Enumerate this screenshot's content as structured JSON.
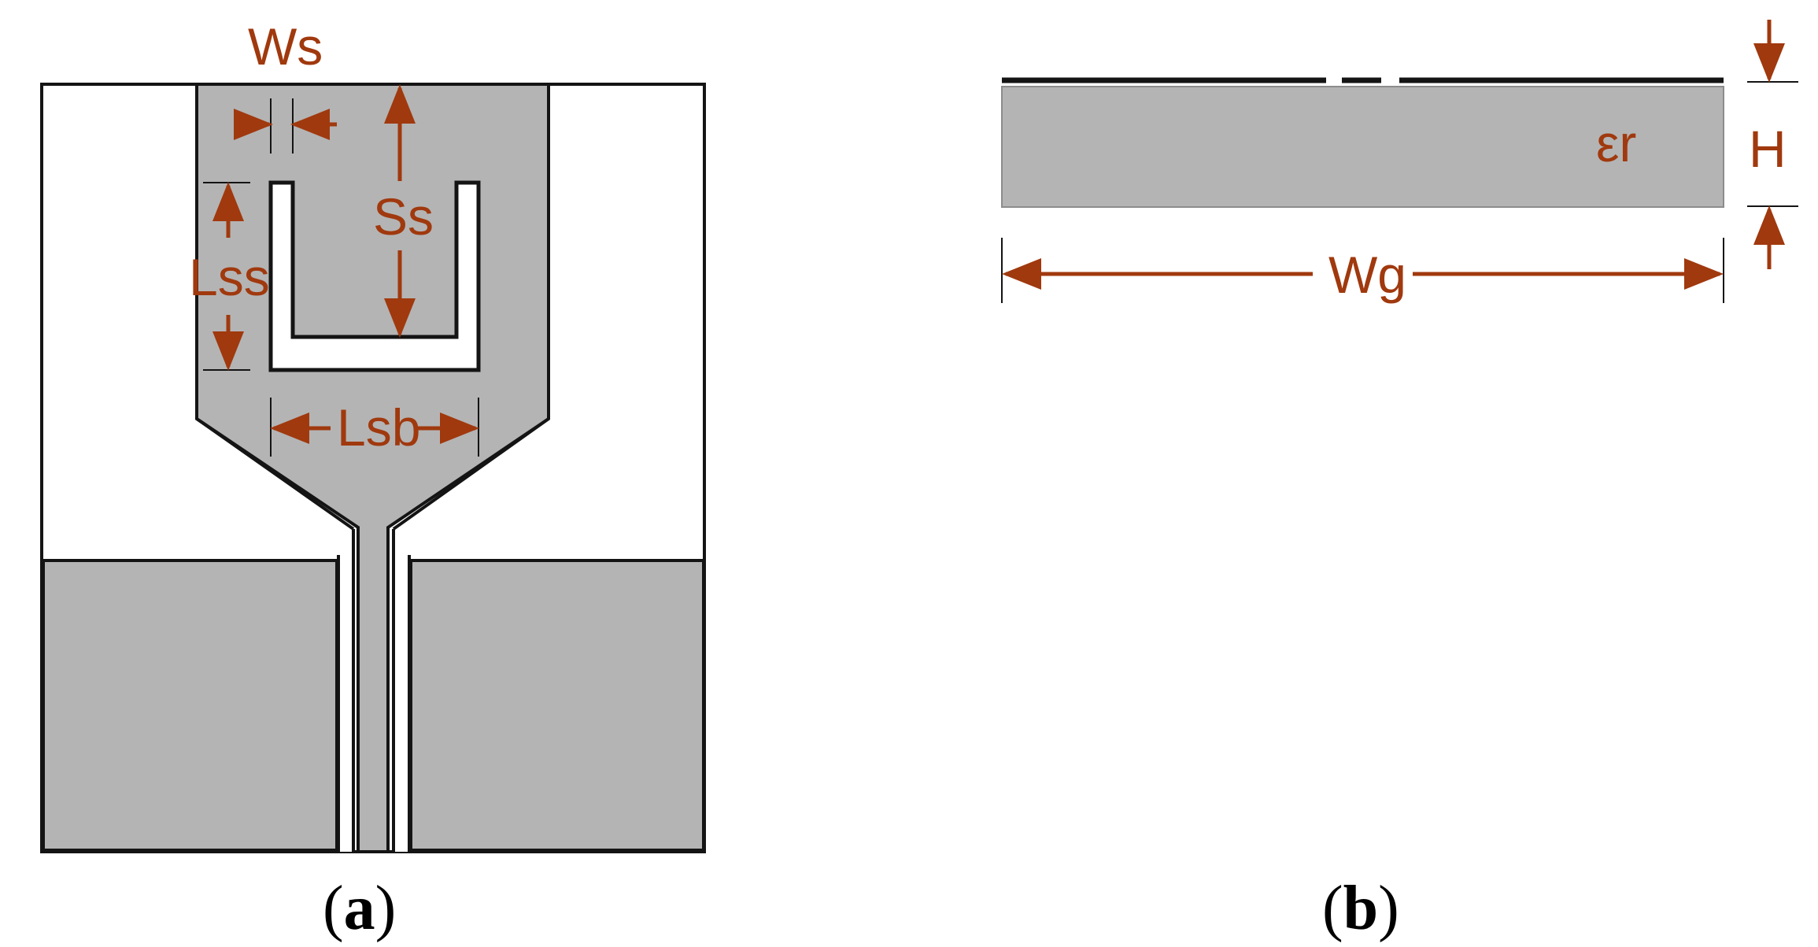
{
  "colors": {
    "copper": "#b4b4b4",
    "outline": "#141414",
    "dimension": "#a0390e",
    "background": "#ffffff"
  },
  "panel_a": {
    "caption_open": "(",
    "caption_letter": "a",
    "caption_close": ")",
    "labels": {
      "ws": "Ws",
      "ss": "Ss",
      "lss": "Lss",
      "lsb": "Lsb"
    }
  },
  "panel_b": {
    "caption_open": "(",
    "caption_letter": "b",
    "caption_close": ")",
    "labels": {
      "er": "εr",
      "h": "H",
      "wg": "Wg"
    }
  }
}
